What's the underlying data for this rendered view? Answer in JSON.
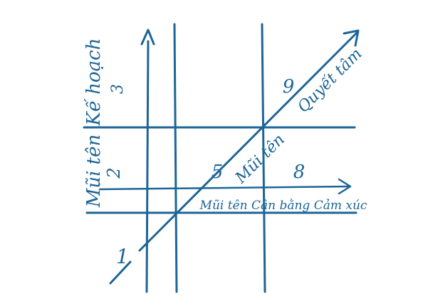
{
  "colors": {
    "ink": "#1d6596",
    "background": "#ffffff"
  },
  "labels": {
    "arrow_plan": "Kế hoạch",
    "arrow_plan_prefix": "Mũi tên",
    "arrow_resolve": "Quyết tâm",
    "arrow_resolve_prefix": "Mũi tên",
    "arrow_balance": "Mũi tên Cân bằng Cảm xúc"
  },
  "cells": {
    "n1": "1",
    "n2": "2",
    "n3": "3",
    "n5": "5",
    "n8": "8",
    "n9": "9"
  },
  "icons": [
    "arrow-up-icon",
    "arrow-right-icon",
    "arrow-diagonal-icon"
  ]
}
